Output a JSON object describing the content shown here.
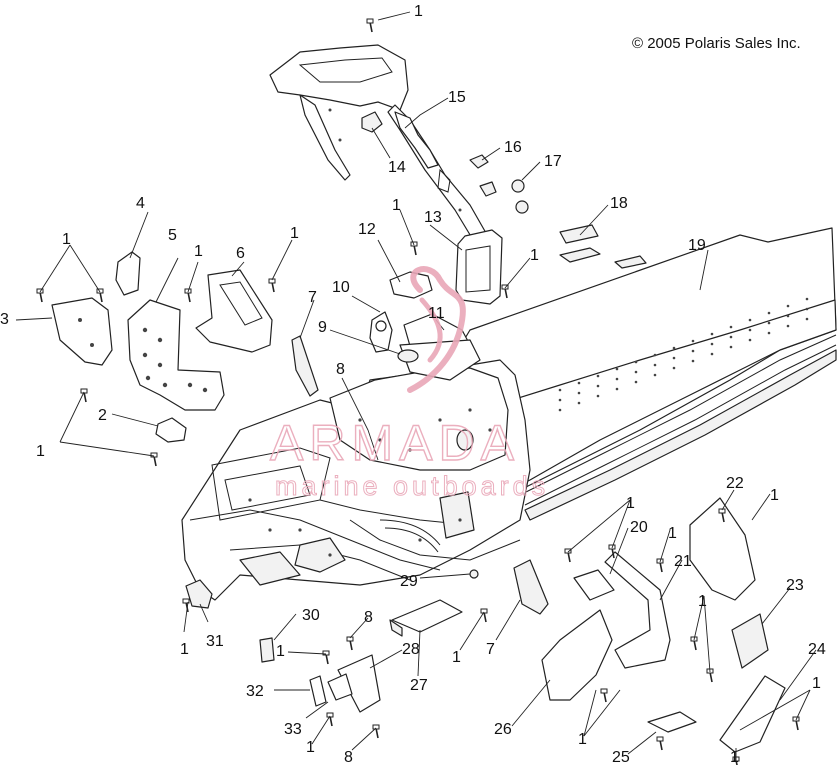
{
  "copyright": "© 2005 Polaris Sales Inc.",
  "watermark": {
    "brand": "ARMADA",
    "tagline": "marine outboards",
    "accent_color": "#e9a7b8"
  },
  "callouts": [
    {
      "id": "c1a",
      "label": "1"
    },
    {
      "id": "c15",
      "label": "15"
    },
    {
      "id": "c14",
      "label": "14"
    },
    {
      "id": "c16",
      "label": "16"
    },
    {
      "id": "c17",
      "label": "17"
    },
    {
      "id": "c18",
      "label": "18"
    },
    {
      "id": "c19",
      "label": "19"
    },
    {
      "id": "c4",
      "label": "4"
    },
    {
      "id": "c5",
      "label": "5"
    },
    {
      "id": "c1b",
      "label": "1"
    },
    {
      "id": "c6",
      "label": "6"
    },
    {
      "id": "c1c",
      "label": "1"
    },
    {
      "id": "c1d",
      "label": "1"
    },
    {
      "id": "c3",
      "label": "3"
    },
    {
      "id": "c12",
      "label": "12"
    },
    {
      "id": "c13",
      "label": "13"
    },
    {
      "id": "c1e",
      "label": "1"
    },
    {
      "id": "c1f",
      "label": "1"
    },
    {
      "id": "c10",
      "label": "10"
    },
    {
      "id": "c11",
      "label": "11"
    },
    {
      "id": "c9",
      "label": "9"
    },
    {
      "id": "c7a",
      "label": "7"
    },
    {
      "id": "c8a",
      "label": "8"
    },
    {
      "id": "c2",
      "label": "2"
    },
    {
      "id": "c1g",
      "label": "1"
    },
    {
      "id": "c22",
      "label": "22"
    },
    {
      "id": "c1h",
      "label": "1"
    },
    {
      "id": "c1i",
      "label": "1"
    },
    {
      "id": "c20",
      "label": "20"
    },
    {
      "id": "c1j",
      "label": "1"
    },
    {
      "id": "c21",
      "label": "21"
    },
    {
      "id": "c23",
      "label": "23"
    },
    {
      "id": "c29",
      "label": "29"
    },
    {
      "id": "c30",
      "label": "30"
    },
    {
      "id": "c8b",
      "label": "8"
    },
    {
      "id": "c1k",
      "label": "1"
    },
    {
      "id": "c31",
      "label": "31"
    },
    {
      "id": "c1l",
      "label": "1"
    },
    {
      "id": "c28",
      "label": "28"
    },
    {
      "id": "c1m",
      "label": "1"
    },
    {
      "id": "c7b",
      "label": "7"
    },
    {
      "id": "c27",
      "label": "27"
    },
    {
      "id": "c1n",
      "label": "1"
    },
    {
      "id": "c24",
      "label": "24"
    },
    {
      "id": "c1o",
      "label": "1"
    },
    {
      "id": "c32",
      "label": "32"
    },
    {
      "id": "c33",
      "label": "33"
    },
    {
      "id": "c1p",
      "label": "1"
    },
    {
      "id": "c8c",
      "label": "8"
    },
    {
      "id": "c26",
      "label": "26"
    },
    {
      "id": "c1q",
      "label": "1"
    },
    {
      "id": "c25",
      "label": "25"
    },
    {
      "id": "c1r",
      "label": "1"
    }
  ]
}
